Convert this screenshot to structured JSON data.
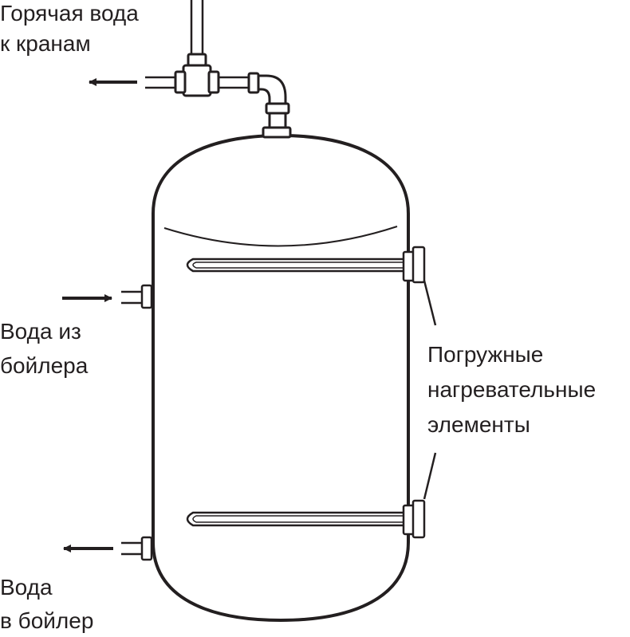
{
  "labels": {
    "hot_water_out": {
      "line1": "Горячая вода",
      "line2": "к кранам"
    },
    "water_from_boiler": {
      "line1": "Вода из",
      "line2": "бойлера"
    },
    "water_to_boiler": {
      "line1": "Вода",
      "line2": "в бойлер"
    },
    "heating_elements": {
      "line1": "Погружные",
      "line2": "нагревательные",
      "line3": "элементы"
    }
  },
  "colors": {
    "stroke": "#231f20",
    "background": "#ffffff"
  }
}
